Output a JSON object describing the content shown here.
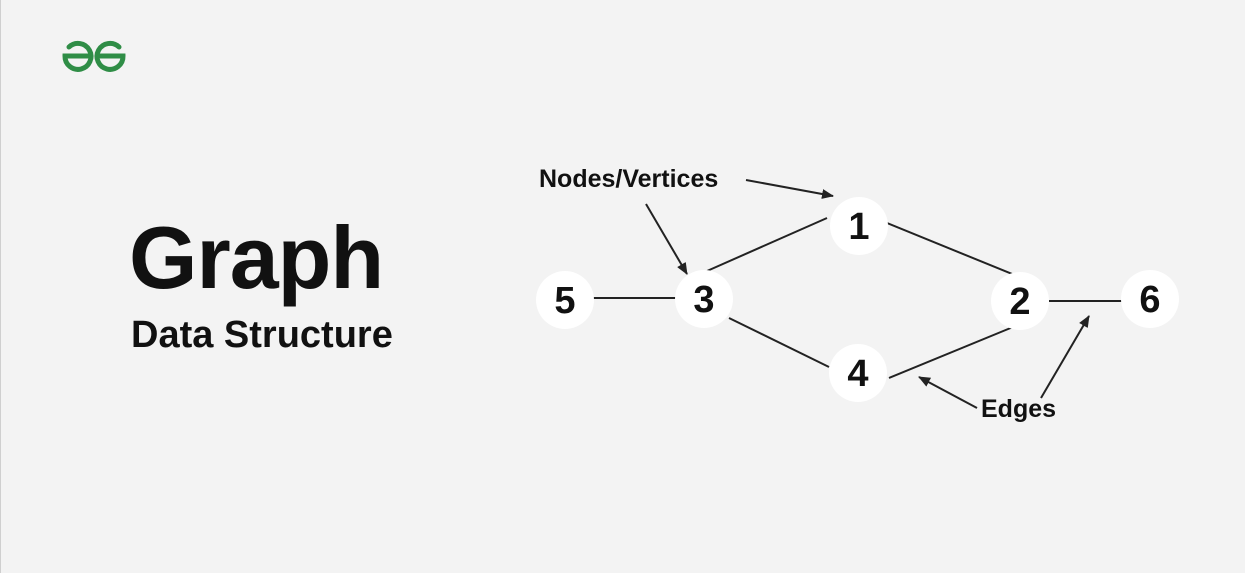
{
  "brand": {
    "logo_text": "GG",
    "logo_color": "#2f8d46"
  },
  "title": {
    "main": "Graph",
    "sub": "Data Structure"
  },
  "diagram": {
    "nodes": [
      "1",
      "2",
      "3",
      "4",
      "5",
      "6"
    ],
    "annotations": {
      "nodes": "Nodes/Vertices",
      "edges": "Edges"
    }
  },
  "colors": {
    "background": "#f3f3f3",
    "node_fill": "#ffffff",
    "text": "#111111",
    "line": "#222222"
  }
}
